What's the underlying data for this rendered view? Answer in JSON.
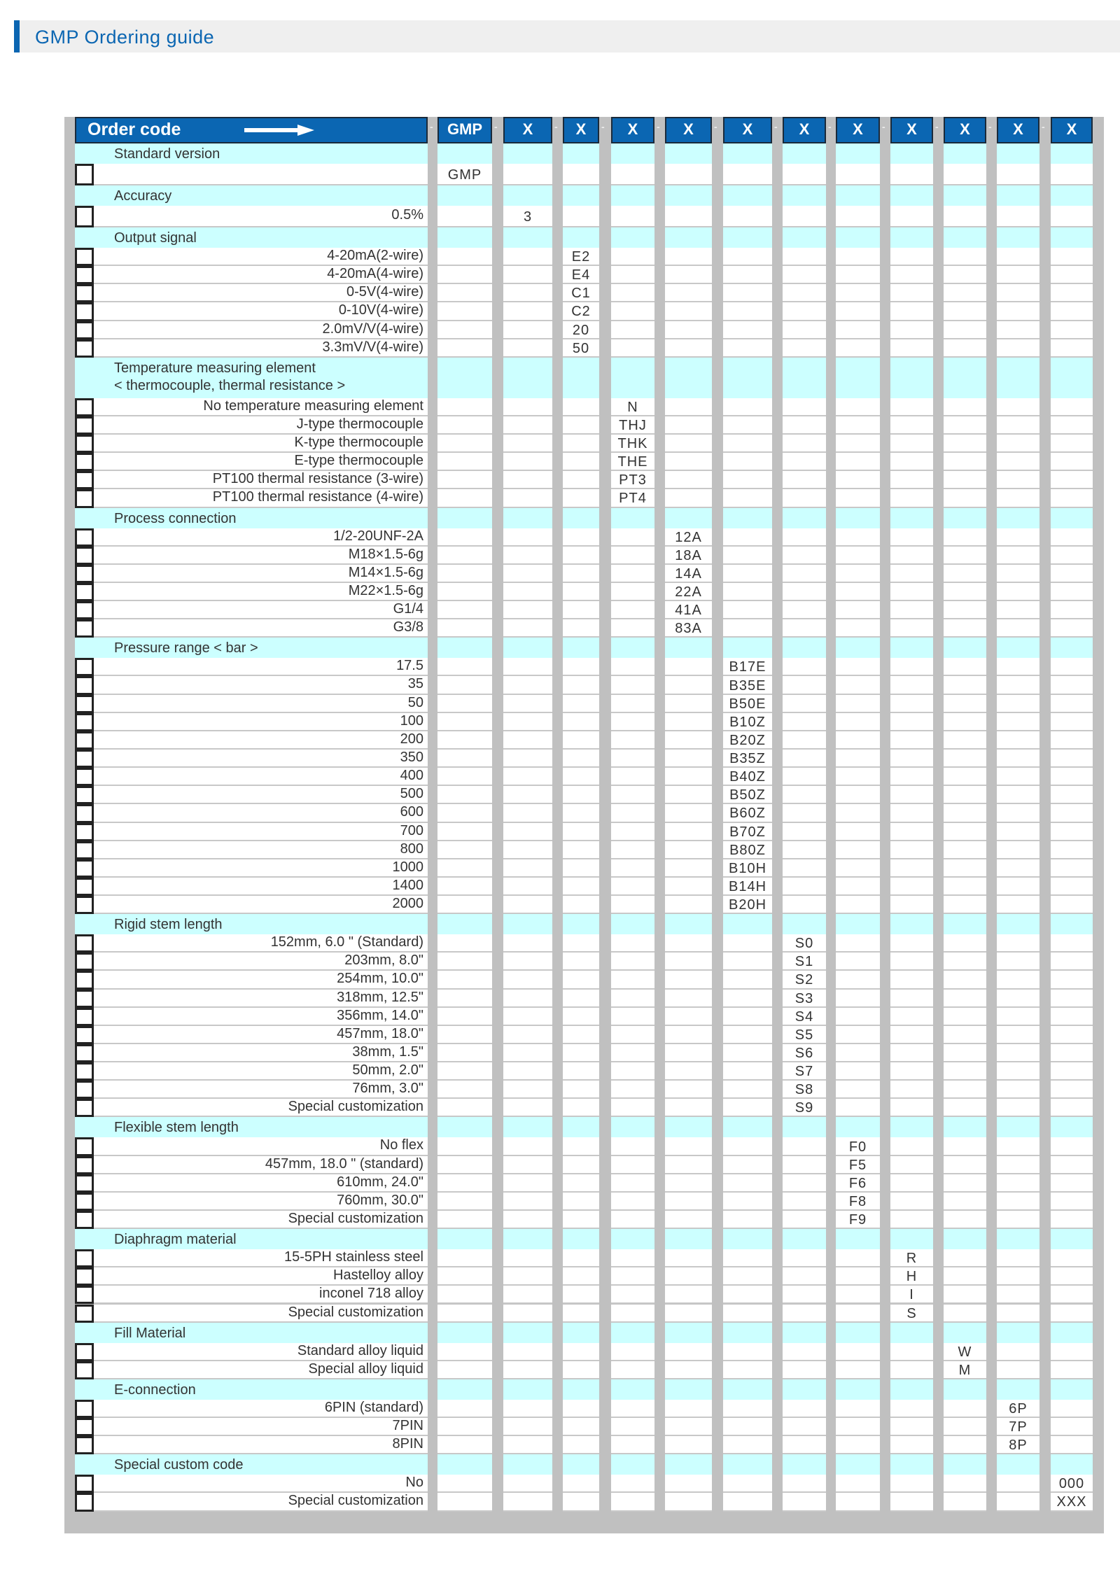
{
  "title": "GMP Ordering guide",
  "header": {
    "order_code": "Order code",
    "columns": [
      "GMP",
      "X",
      "X",
      "X",
      "X",
      "X",
      "X",
      "X",
      "X",
      "X",
      "X",
      "X"
    ]
  },
  "sections": [
    {
      "title": "Standard version",
      "col": 1,
      "items": [
        {
          "label": "",
          "code": "GMP"
        }
      ]
    },
    {
      "title": "Accuracy",
      "col": 2,
      "items": [
        {
          "label": "0.5%",
          "code": "3"
        }
      ]
    },
    {
      "title": "Output signal",
      "col": 3,
      "items": [
        {
          "label": "4-20mA(2-wire)",
          "code": "E2"
        },
        {
          "label": "4-20mA(4-wire)",
          "code": "E4"
        },
        {
          "label": "0-5V(4-wire)",
          "code": "C1"
        },
        {
          "label": "0-10V(4-wire)",
          "code": "C2"
        },
        {
          "label": "2.0mV/V(4-wire)",
          "code": "20"
        },
        {
          "label": "3.3mV/V(4-wire)",
          "code": "50"
        }
      ]
    },
    {
      "title": "Temperature measuring element",
      "subtitle": "< thermocouple, thermal resistance >",
      "col": 4,
      "items": [
        {
          "label": "No temperature measuring element",
          "code": "N"
        },
        {
          "label": "J-type thermocouple",
          "code": "THJ"
        },
        {
          "label": "K-type thermocouple",
          "code": "THK"
        },
        {
          "label": "E-type thermocouple",
          "code": "THE"
        },
        {
          "label": "PT100 thermal resistance (3-wire)",
          "code": "PT3"
        },
        {
          "label": "PT100 thermal resistance (4-wire)",
          "code": "PT4"
        }
      ]
    },
    {
      "title": "Process connection",
      "col": 5,
      "items": [
        {
          "label": "1/2-20UNF-2A",
          "code": "12A"
        },
        {
          "label": "M18×1.5-6g",
          "code": "18A"
        },
        {
          "label": "M14×1.5-6g",
          "code": "14A"
        },
        {
          "label": "M22×1.5-6g",
          "code": "22A"
        },
        {
          "label": "G1/4",
          "code": "41A"
        },
        {
          "label": "G3/8",
          "code": "83A"
        }
      ]
    },
    {
      "title": "Pressure range < bar >",
      "col": 6,
      "items": [
        {
          "label": "17.5",
          "code": "B17E"
        },
        {
          "label": "35",
          "code": "B35E"
        },
        {
          "label": "50",
          "code": "B50E"
        },
        {
          "label": "100",
          "code": "B10Z"
        },
        {
          "label": "200",
          "code": "B20Z"
        },
        {
          "label": "350",
          "code": "B35Z"
        },
        {
          "label": "400",
          "code": "B40Z"
        },
        {
          "label": "500",
          "code": "B50Z"
        },
        {
          "label": "600",
          "code": "B60Z"
        },
        {
          "label": "700",
          "code": "B70Z"
        },
        {
          "label": "800",
          "code": "B80Z"
        },
        {
          "label": "1000",
          "code": "B10H"
        },
        {
          "label": "1400",
          "code": "B14H"
        },
        {
          "label": "2000",
          "code": "B20H"
        }
      ]
    },
    {
      "title": "Rigid stem length",
      "col": 7,
      "items": [
        {
          "label": "152mm, 6.0 \" (Standard)",
          "code": "S0"
        },
        {
          "label": "203mm, 8.0\"",
          "code": "S1"
        },
        {
          "label": "254mm, 10.0\"",
          "code": "S2"
        },
        {
          "label": "318mm, 12.5\"",
          "code": "S3"
        },
        {
          "label": "356mm, 14.0\"",
          "code": "S4"
        },
        {
          "label": "457mm, 18.0\"",
          "code": "S5"
        },
        {
          "label": "38mm, 1.5\"",
          "code": "S6"
        },
        {
          "label": "50mm, 2.0\"",
          "code": "S7"
        },
        {
          "label": "76mm, 3.0\"",
          "code": "S8"
        },
        {
          "label": "Special customization",
          "code": "S9"
        }
      ]
    },
    {
      "title": "Flexible stem length",
      "col": 8,
      "items": [
        {
          "label": "No flex",
          "code": "F0"
        },
        {
          "label": "457mm, 18.0 \" (standard)",
          "code": "F5"
        },
        {
          "label": "610mm, 24.0\"",
          "code": "F6"
        },
        {
          "label": "760mm, 30.0\"",
          "code": "F8"
        },
        {
          "label": "Special customization",
          "code": "F9"
        }
      ]
    },
    {
      "title": "Diaphragm material",
      "col": 9,
      "items": [
        {
          "label": "15-5PH stainless steel",
          "code": "R"
        },
        {
          "label": "Hastelloy alloy",
          "code": "H"
        },
        {
          "label": "inconel 718 alloy",
          "code": "I"
        },
        {
          "label": "Special customization",
          "code": "S"
        }
      ]
    },
    {
      "title": "Fill Material",
      "col": 10,
      "items": [
        {
          "label": "Standard alloy liquid",
          "code": "W"
        },
        {
          "label": "Special alloy liquid",
          "code": "M"
        }
      ]
    },
    {
      "title": "E-connection",
      "col": 11,
      "items": [
        {
          "label": "6PIN (standard)",
          "code": "6P"
        },
        {
          "label": "7PIN",
          "code": "7P"
        },
        {
          "label": "8PIN",
          "code": "8P"
        }
      ]
    },
    {
      "title": "Special custom code",
      "col": 12,
      "items": [
        {
          "label": "No",
          "code": "000"
        },
        {
          "label": "Special customization",
          "code": "XXX"
        }
      ]
    }
  ]
}
